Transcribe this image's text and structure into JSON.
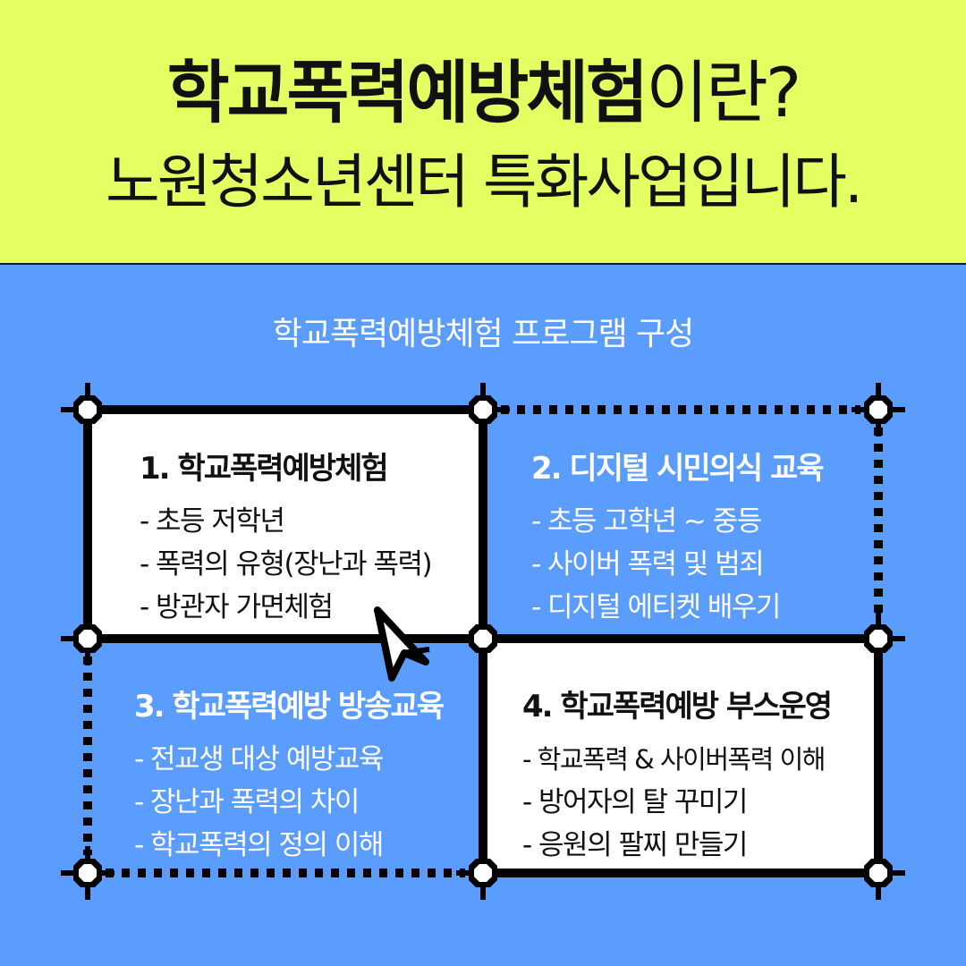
{
  "header": {
    "title_bold": "학교폭력예방체험",
    "title_rest": "이란?",
    "subtitle": "노원청소년센터 특화사업입니다."
  },
  "section": {
    "title": "학교폭력예방체험 프로그램 구성"
  },
  "cards": [
    {
      "title": "1. 학교폭력예방체험",
      "items": [
        "- 초등 저학년",
        "- 폭력의 유형(장난과 폭력)",
        "- 방관자 가면체험"
      ]
    },
    {
      "title": "2. 디지털 시민의식 교육",
      "items": [
        "- 초등 고학년 ~ 중등",
        "- 사이버 폭력 및 범죄",
        "- 디지털 에티켓 배우기"
      ]
    },
    {
      "title": "3. 학교폭력예방 방송교육",
      "items": [
        "- 전교생 대상 예방교육",
        "- 장난과 폭력의 차이",
        "- 학교폭력의 정의 이해"
      ]
    },
    {
      "title": "4. 학교폭력예방 부스운영",
      "items": [
        "- 학교폭력 & 사이버폭력 이해",
        "- 방어자의 탈 꾸미기",
        "- 응원의 팔찌 만들기"
      ]
    }
  ],
  "colors": {
    "header_bg": "#e4ff62",
    "main_bg": "#5b9cff",
    "card_bg": "#ffffff",
    "frame": "#000000"
  },
  "icons": {
    "cursor": "mouse-pointer-icon",
    "corner": "selection-handle-icon"
  }
}
